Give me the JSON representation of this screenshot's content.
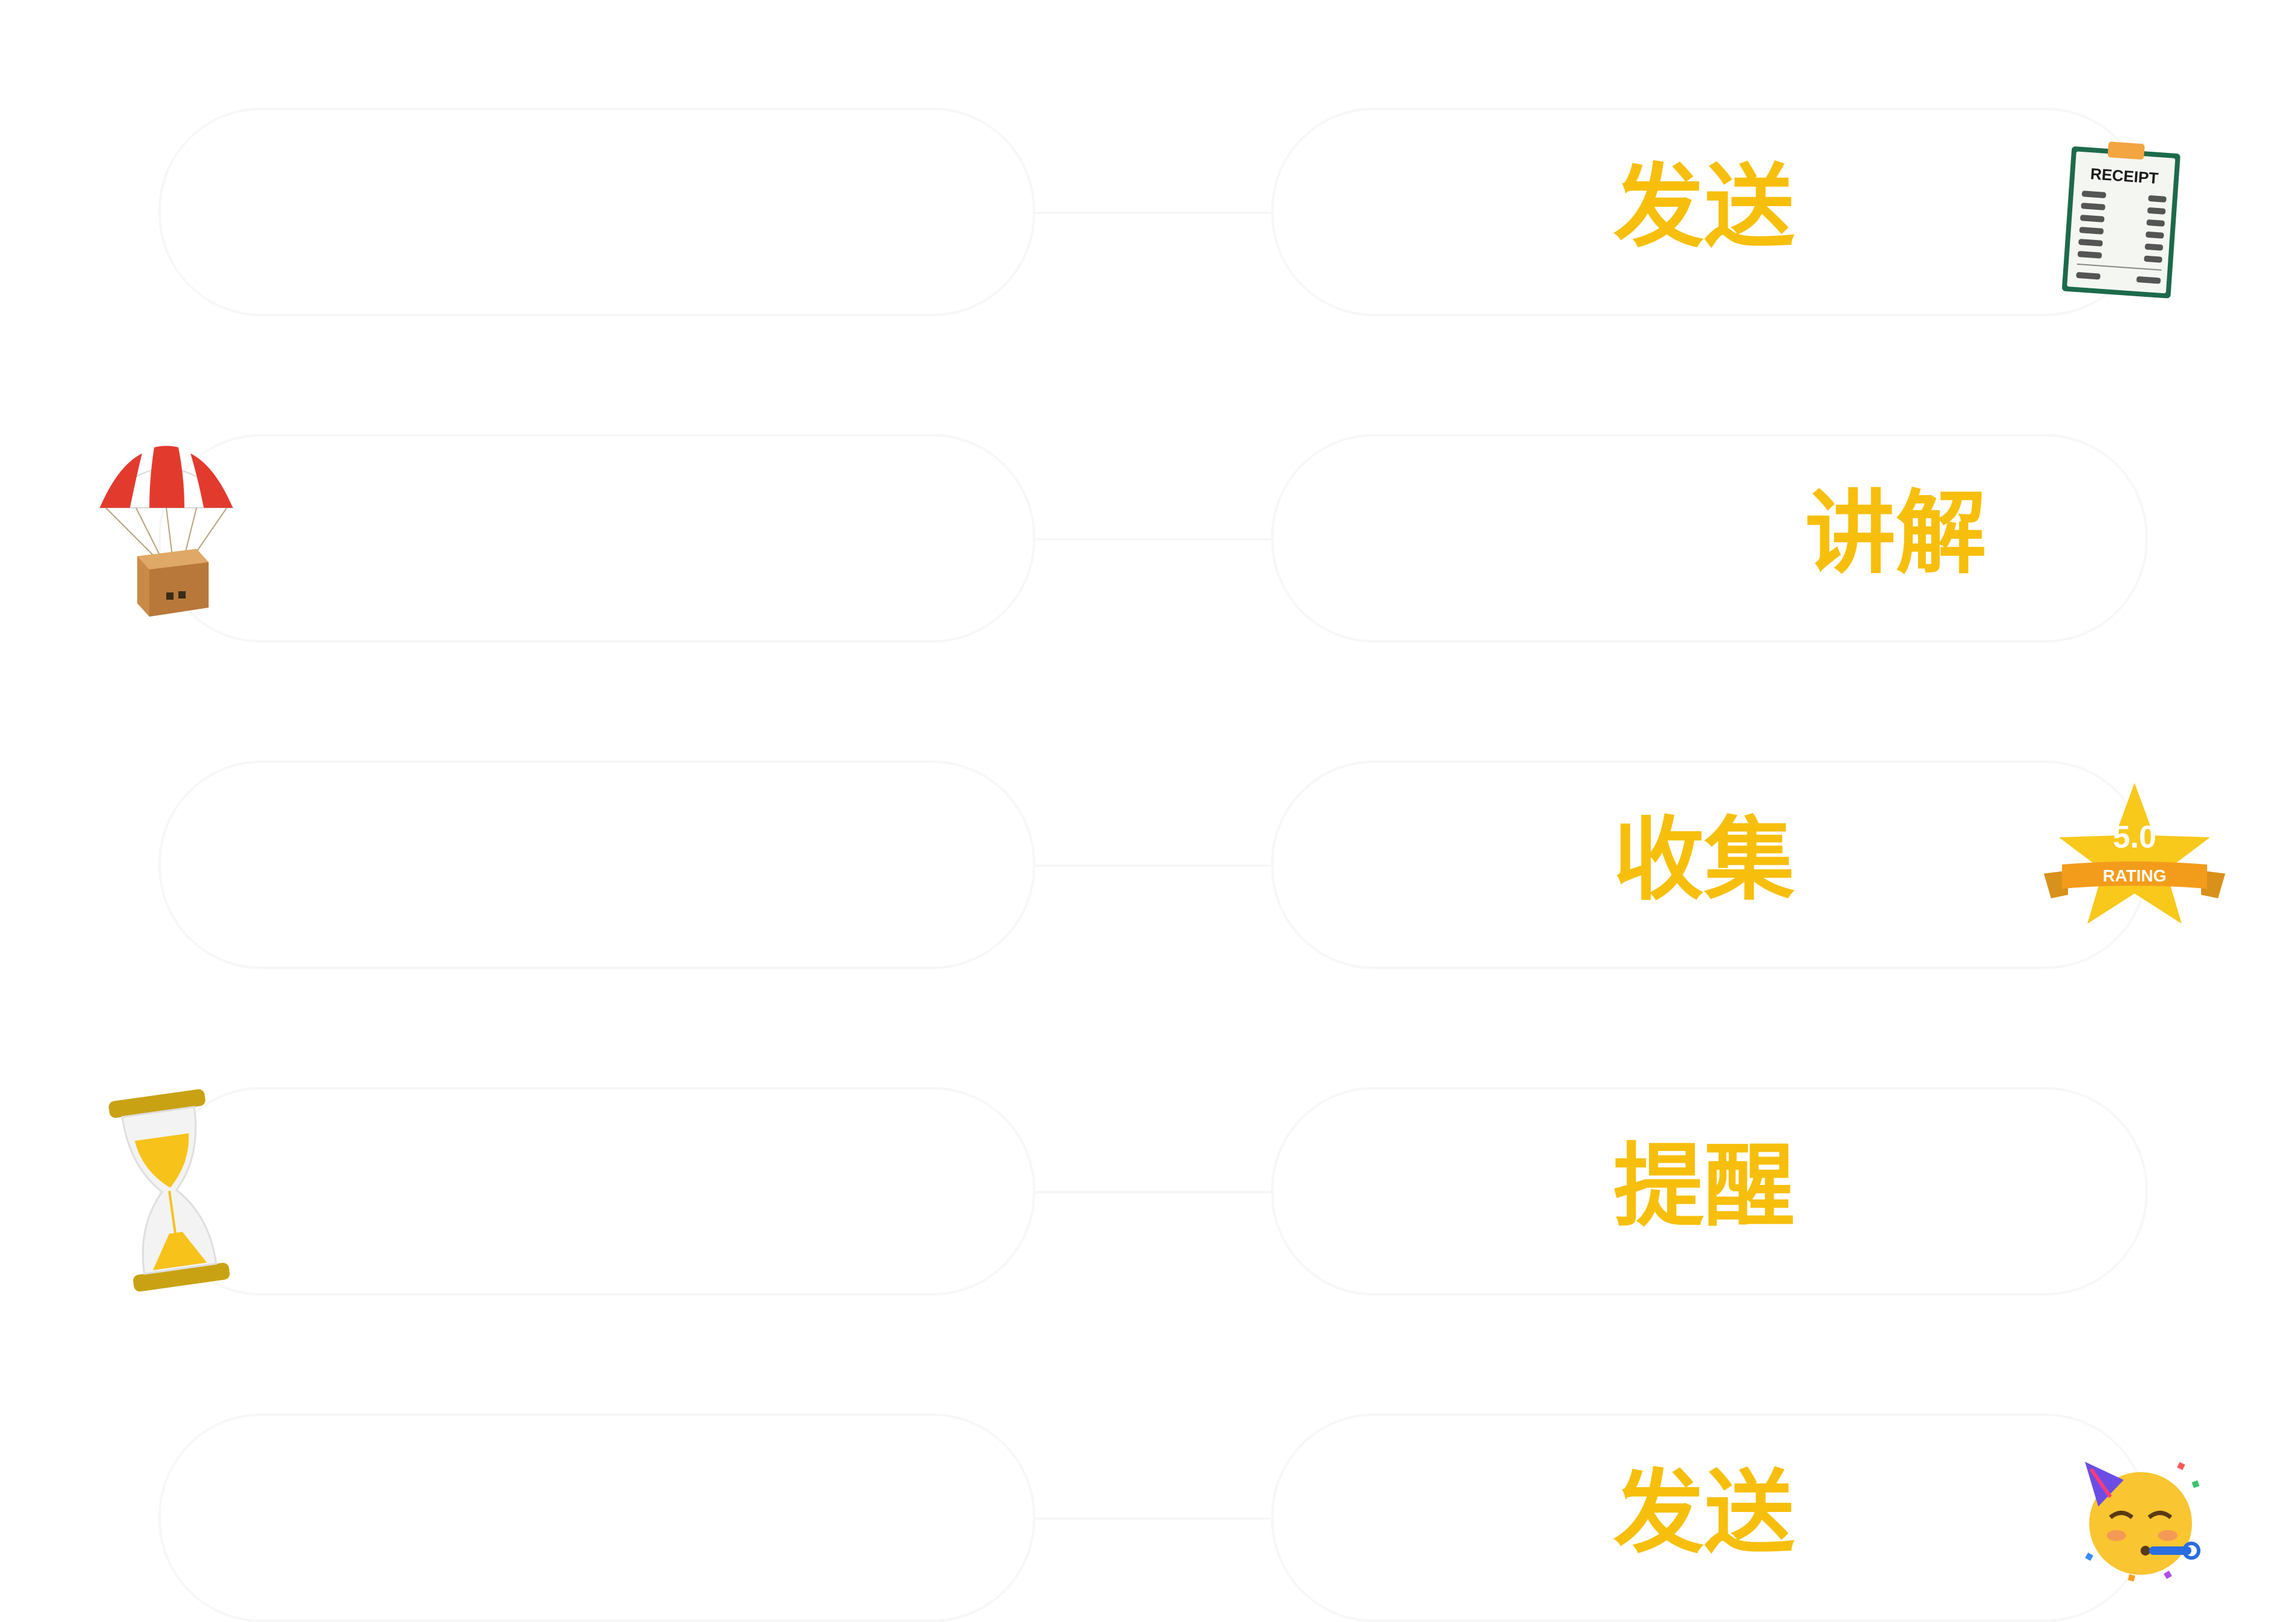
{
  "steps": [
    {
      "label": "发送",
      "icon": "receipt-clipboard-icon"
    },
    {
      "label": "讲解",
      "icon": "parachute-package-icon"
    },
    {
      "label": "收集",
      "icon": "star-rating-icon"
    },
    {
      "label": "提醒",
      "icon": "hourglass-icon"
    },
    {
      "label": "发送",
      "icon": "party-face-icon"
    }
  ],
  "icons": {
    "receipt_text": "RECEIPT",
    "rating_value": "5.0",
    "rating_text": "RATING"
  },
  "colors": {
    "label": "#f7bf0c",
    "pill_border": "#f7f7f7"
  }
}
